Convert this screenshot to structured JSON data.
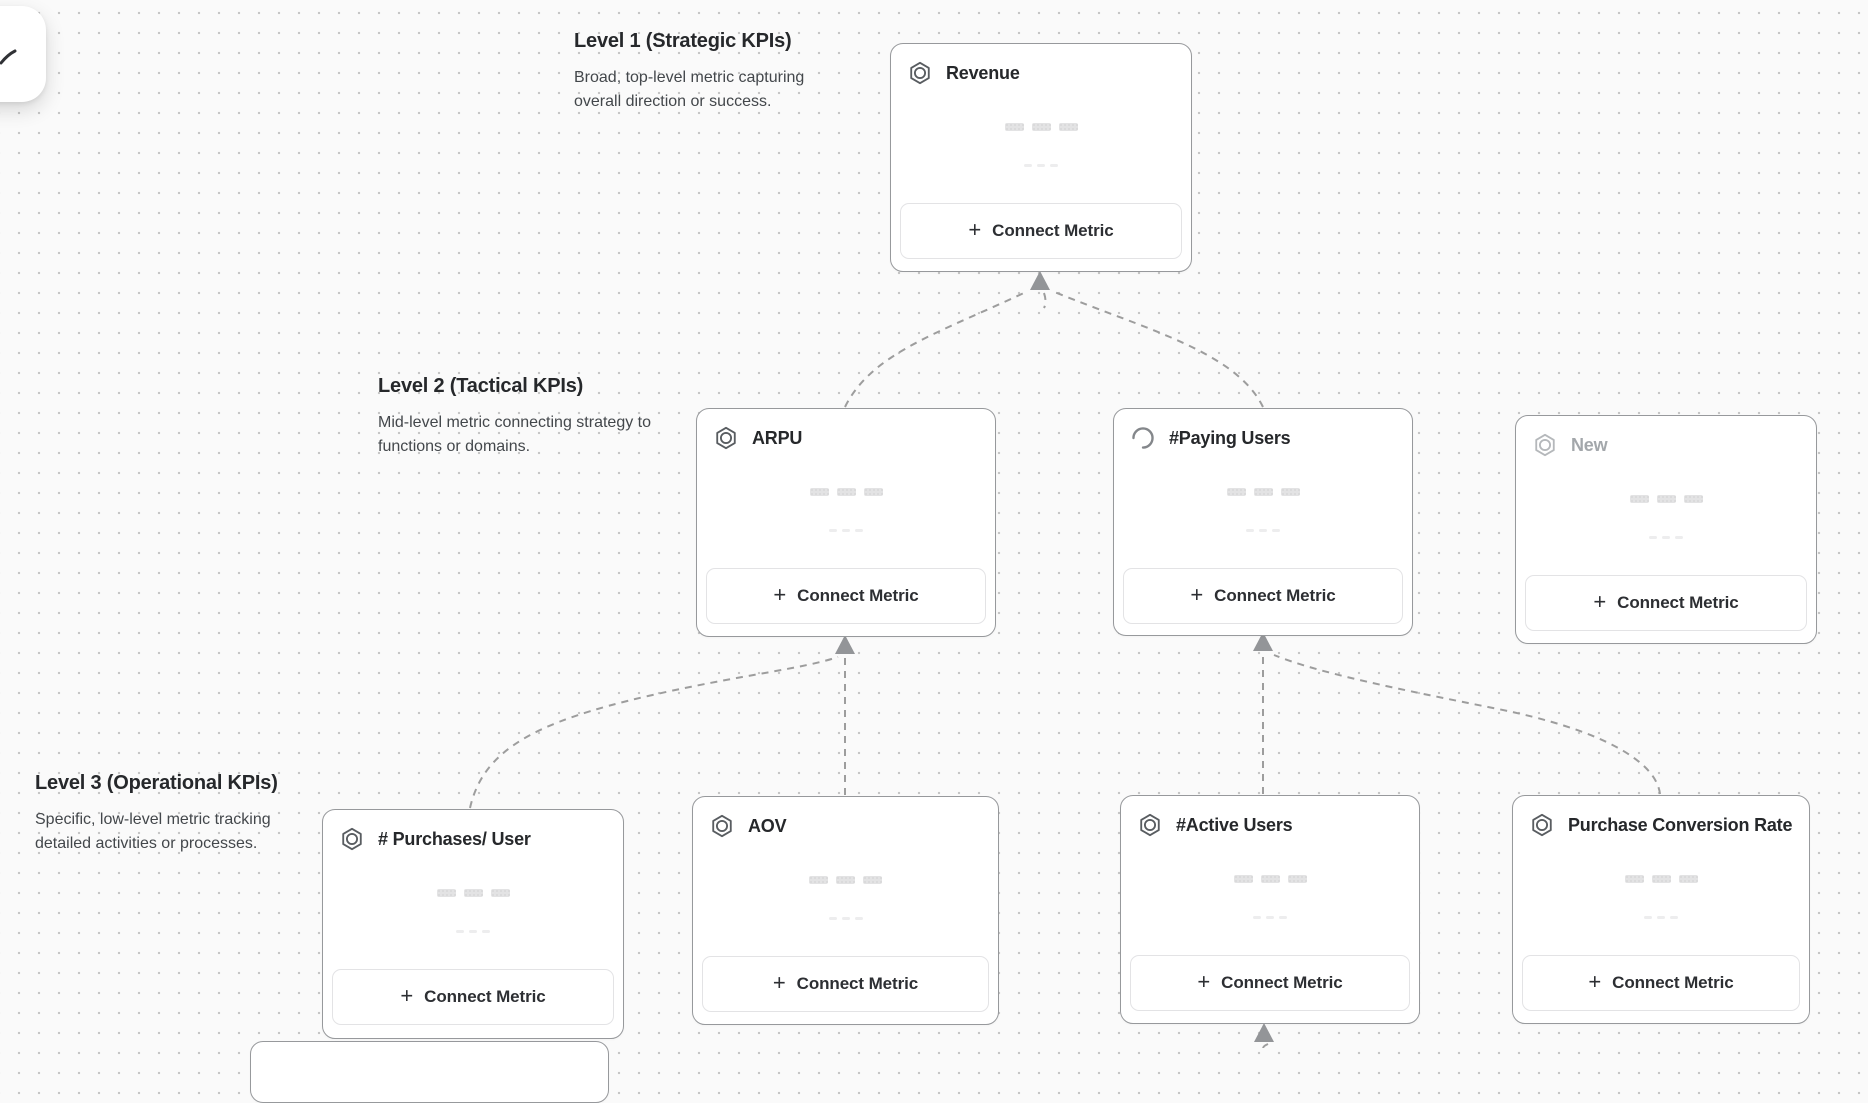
{
  "levels": [
    {
      "title": "Level 1 (Strategic KPIs)",
      "description": "Broad, top-level metric capturing overall direction or success."
    },
    {
      "title": "Level 2 (Tactical KPIs)",
      "description": "Mid-level metric connecting strategy to functions or domains."
    },
    {
      "title": "Level 3 (Operational KPIs)",
      "description": "Specific, low-level metric tracking detailed activities or processes."
    }
  ],
  "cards": [
    {
      "id": "revenue",
      "level": 1,
      "title": "Revenue",
      "icon": "hexagon-metric-icon",
      "state": "default"
    },
    {
      "id": "arpu",
      "level": 2,
      "title": "ARPU",
      "icon": "hexagon-metric-icon",
      "state": "default"
    },
    {
      "id": "paying-users",
      "level": 2,
      "title": "#Paying Users",
      "icon": "spinner-icon",
      "state": "loading"
    },
    {
      "id": "new",
      "level": 2,
      "title": "New",
      "icon": "hexagon-metric-icon",
      "state": "draft"
    },
    {
      "id": "purchases-per-user",
      "level": 3,
      "title": "# Purchases/ User",
      "icon": "hexagon-metric-icon",
      "state": "default"
    },
    {
      "id": "aov",
      "level": 3,
      "title": "AOV",
      "icon": "hexagon-metric-icon",
      "state": "default"
    },
    {
      "id": "active-users",
      "level": 3,
      "title": "#Active Users",
      "icon": "hexagon-metric-icon",
      "state": "default"
    },
    {
      "id": "purchase-conversion-rate",
      "level": 3,
      "title": "Purchase Conversion Rate",
      "icon": "hexagon-metric-icon",
      "state": "default"
    }
  ],
  "ui": {
    "plus_glyph": "+",
    "connect_metric_label": "Connect Metric"
  },
  "colors": {
    "canvas_bg": "#fafafa",
    "canvas_dot": "#c6c6c6",
    "card_border": "#97999c",
    "connector": "#9d9d9d",
    "arrowhead": "#939598",
    "title_text": "#26282b",
    "muted_title_text": "#a3a7ab",
    "description_text": "#43474b",
    "skeleton_bar": "#e3e3e4",
    "skeleton_dash": "#ededee",
    "button_border": "#e3e3e5",
    "button_text": "#2d2f33"
  }
}
